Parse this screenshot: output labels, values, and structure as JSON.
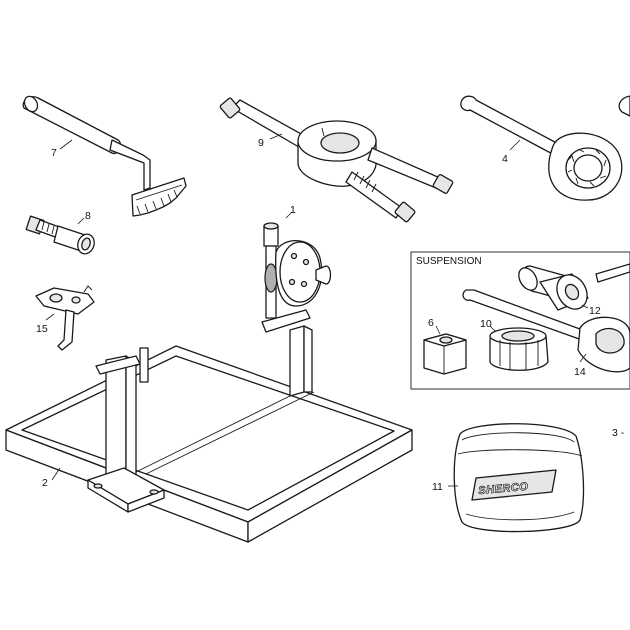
{
  "labels": {
    "p1": "1",
    "p2": "2",
    "p3": "3 -",
    "p4": "4",
    "p6": "6",
    "p7": "7",
    "p8": "8",
    "p9": "9",
    "p10": "10",
    "p11": "11",
    "p12": "12",
    "p14": "14",
    "p15": "15"
  },
  "suspension_box": {
    "title": "SUSPENSION"
  },
  "bag": {
    "logo": "SHERCO"
  },
  "colors": {
    "line": "#1a1a1a",
    "background": "#ffffff",
    "shade": "#e6e6e6"
  }
}
